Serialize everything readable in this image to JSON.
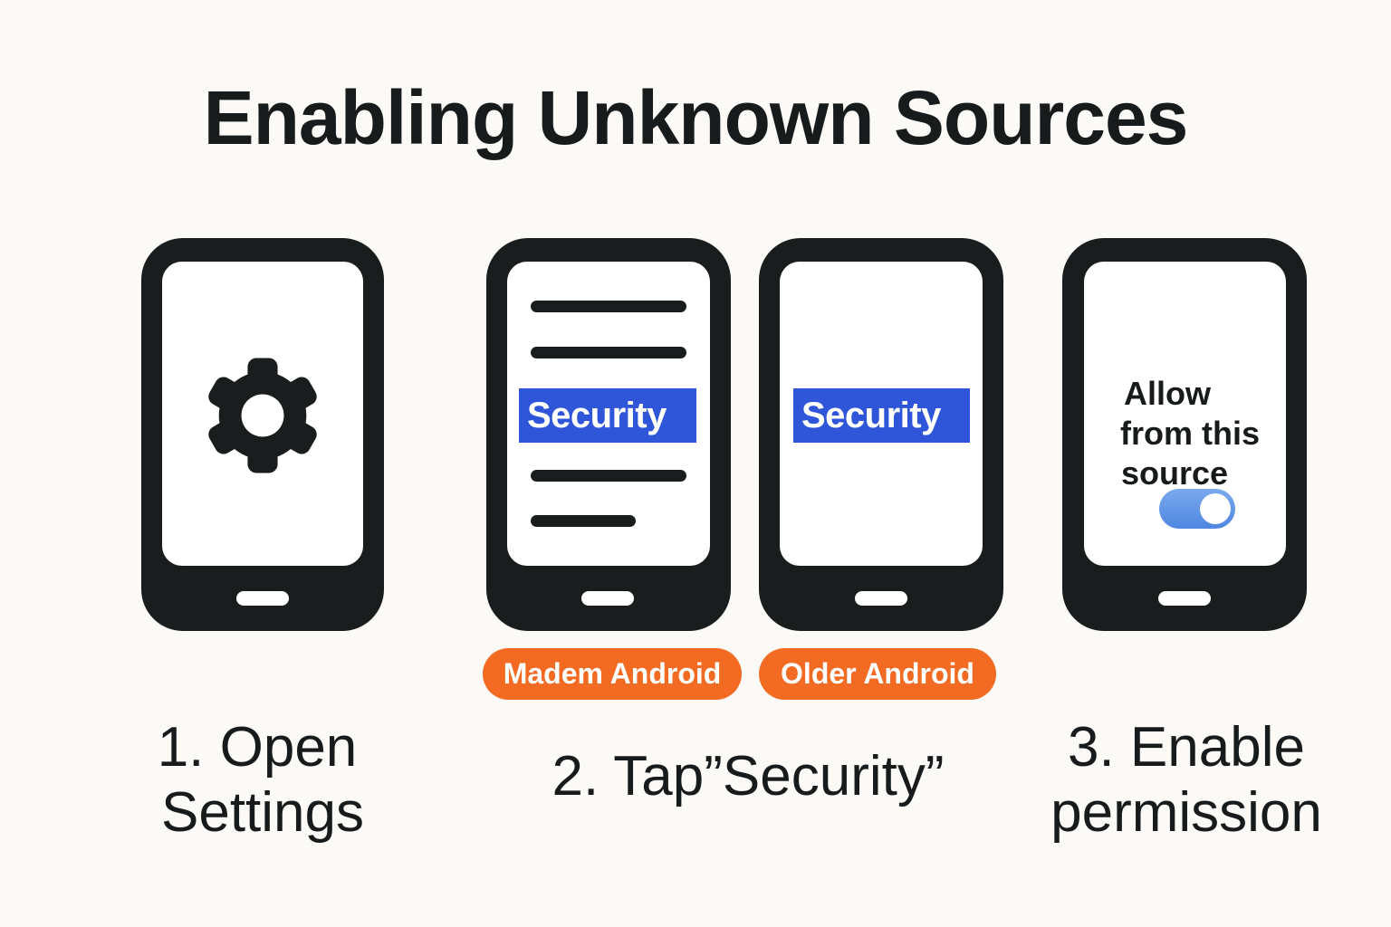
{
  "title": "Enabling Unknown Sources",
  "colors": {
    "background": "#fbfaf6",
    "device": "#191d1e",
    "security_highlight": "#2f55d9",
    "badge": "#f36a22",
    "toggle_on": "#4f86e0"
  },
  "phones": {
    "settings": {
      "icon": "gear-icon"
    },
    "modern": {
      "security_label": "Security",
      "badge": "Madem Android"
    },
    "older": {
      "security_label": "Security",
      "badge": "Older Android"
    },
    "permission": {
      "allow_line1": "Allow",
      "allow_line2": "from this",
      "allow_line3": "source",
      "toggle_state": "on"
    }
  },
  "steps": {
    "step1": {
      "line1": "1. Open",
      "line2": "Settings"
    },
    "step2": {
      "line1": "2. Tap”Security”"
    },
    "step3": {
      "line1": "3. Enable",
      "line2": "permission"
    }
  }
}
